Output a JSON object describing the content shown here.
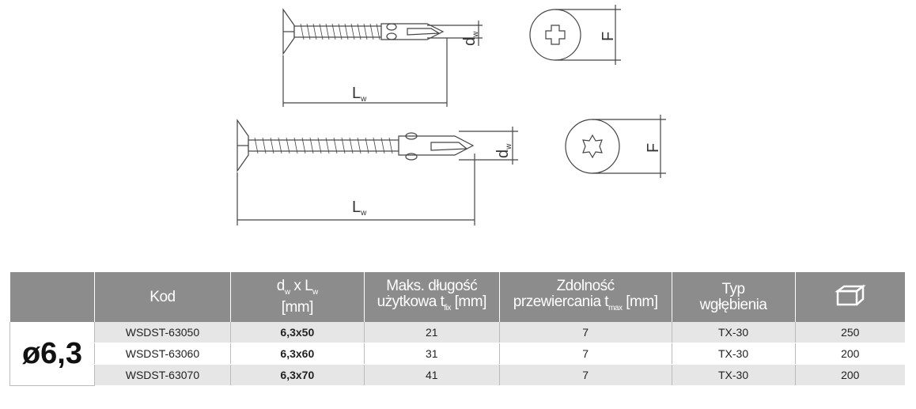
{
  "drawing": {
    "length_label": "L",
    "length_sub": "w",
    "diameter_label": "d",
    "diameter_sub": "w",
    "head_label": "F"
  },
  "table": {
    "headers": {
      "code": "Kod",
      "size_d": "d",
      "size_sub_w": "w",
      "size_x": " x L",
      "size_sub_w2": "w",
      "size_unit": "[mm]",
      "tfix_line1": "Maks. długość",
      "tfix_line2": "użytkowa t",
      "tfix_sub": "fix",
      "tfix_unit": " [mm]",
      "tmax_line1": "Zdolność",
      "tmax_line2": "przewiercania t",
      "tmax_sub": "max",
      "tmax_unit": " [mm]",
      "recess_line1": "Typ",
      "recess_line2": "wgłębienia",
      "package_icon": "box-icon"
    },
    "group_label": "ø6,3",
    "rows": [
      {
        "code": "WSDST-63050",
        "size": "6,3x50",
        "tfix": "21",
        "tmax": "7",
        "recess": "TX-30",
        "qty": "250"
      },
      {
        "code": "WSDST-63060",
        "size": "6,3x60",
        "tfix": "31",
        "tmax": "7",
        "recess": "TX-30",
        "qty": "200"
      },
      {
        "code": "WSDST-63070",
        "size": "6,3x70",
        "tfix": "41",
        "tmax": "7",
        "recess": "TX-30",
        "qty": "200"
      }
    ]
  }
}
